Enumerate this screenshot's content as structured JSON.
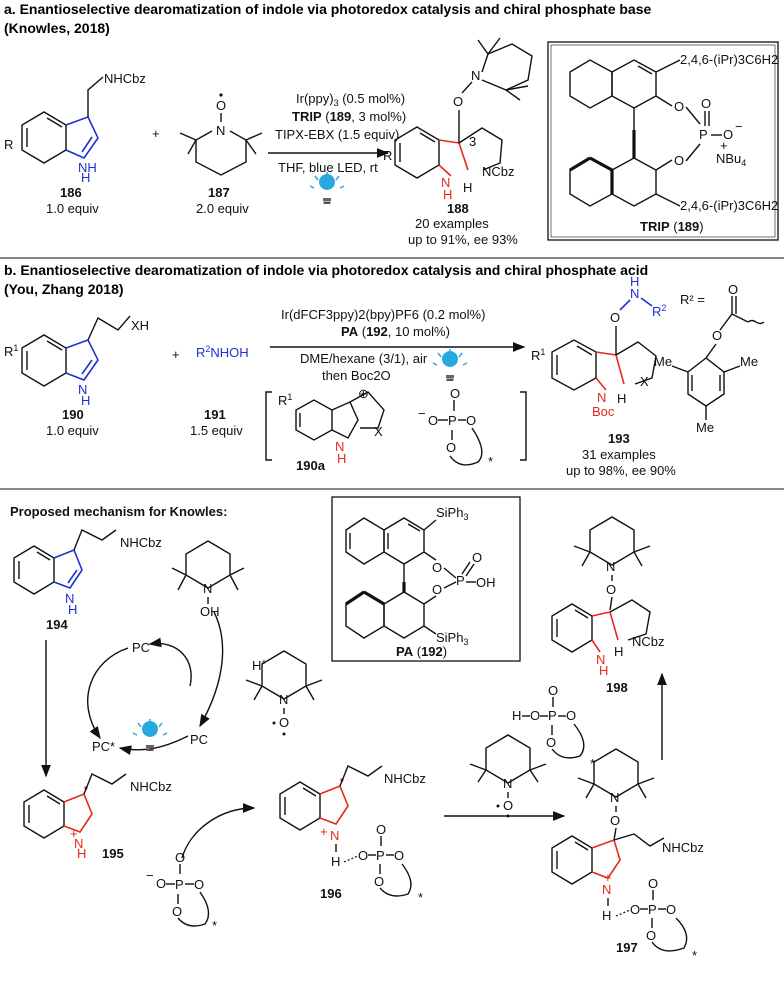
{
  "section_a": {
    "title_line1": "a. Enantioselective dearomatization of indole via photoredox catalysis and chiral phosphate base",
    "title_line2": "(Knowles, 2018)",
    "sm1": {
      "r": "R",
      "nh": "NH",
      "chain": "NHCbz",
      "num": "186",
      "equiv": "1.0 equiv"
    },
    "plus": "+",
    "sm2": {
      "n": "N",
      "o": "O",
      "num": "187",
      "equiv": "2.0 equiv"
    },
    "cond1": "Ir(ppy)",
    "cond1_sub": "3",
    "cond1_tail": " (0.5 mol%)",
    "cond2_bold": "TRIP",
    "cond2_a": " (",
    "cond2_num": "189",
    "cond2_b": ", 3 mol%)",
    "cond3": "TIPX-EBX (1.5 equiv)",
    "cond4": "THF, blue LED, rt",
    "prod": {
      "num": "188",
      "examples": "20 examples",
      "yield": "up to 91%, ee 93%",
      "pos": "3",
      "h": "H",
      "nh": "N",
      "ncbz": "NCbz",
      "o": "O",
      "n": "N",
      "r": "R"
    },
    "trip": {
      "ar1": "2,4,6-(iPr)3C6H2",
      "ar2": "2,4,6-(iPr)3C6H2",
      "o1": "O",
      "o2": "O",
      "p": "P",
      "o3": "O",
      "ominus": "O",
      "minus": "−",
      "cation": "NBu",
      "cation_sub": "4",
      "plus": "+",
      "label_bold": "TRIP",
      "label_num": "189"
    }
  },
  "section_b": {
    "title_line1": "b. Enantioselective dearomatization of indole via photoredox catalysis and chiral phosphate acid",
    "title_line2": "(You, Zhang 2018)",
    "sm1": {
      "r": "R",
      "r_sup": "1",
      "xh": "XH",
      "n": "N",
      "h": "H",
      "num": "190",
      "equiv": "1.0 equiv"
    },
    "plus": "+",
    "sm2": {
      "text": "R",
      "sup": "2",
      "tail": "NHOH",
      "num": "191",
      "equiv": "1.5 equiv"
    },
    "cond1": "Ir(dFCF3ppy)2(bpy)PF6 (0.2 mol%)",
    "cond2_bold": "PA",
    "cond2_a": " (",
    "cond2_num": "192",
    "cond2_b": ", 10 mol%)",
    "cond3": "DME/hexane (3/1), air",
    "cond4": "then Boc2O",
    "intermediate": {
      "num": "190a",
      "r": "R",
      "x": "X",
      "plus": "⊕",
      "nh": "N",
      "h": "H",
      "minus": "−",
      "o": "O",
      "p": "P",
      "star": "*"
    },
    "prod": {
      "num": "193",
      "examples": "31 examples",
      "yield": "up to 98%, ee 90%",
      "r2": "R",
      "o": "O",
      "n": "N",
      "h": "H",
      "x": "X",
      "boc": "Boc",
      "r1": "R"
    },
    "r2_def": {
      "label": "R² =",
      "me1": "Me",
      "me2": "Me",
      "me3": "Me",
      "o1": "O",
      "o2": "O"
    }
  },
  "section_c": {
    "title": "Proposed mechanism for Knowles:",
    "pa_label_bold": "PA",
    "pa_label_num": "192",
    "pa": {
      "si1": "SiPh3",
      "si2": "SiPh3",
      "o": "O",
      "oh": "OH",
      "p": "P"
    },
    "c194": {
      "num": "194",
      "chain": "NHCbz",
      "n": "N",
      "h": "H"
    },
    "tempoh": {
      "n": "N",
      "oh": "OH"
    },
    "pc_minus": "PC",
    "pc_minus_sup": "−",
    "h_plus": "H",
    "h_plus_sup": "+",
    "pc": "PC",
    "pc_star": "PC*",
    "tempo_mid": {
      "n": "N",
      "o": "O"
    },
    "c195": {
      "num": "195",
      "chain": "NHCbz",
      "n": "N",
      "h": "H"
    },
    "c196": {
      "num": "196",
      "chain": "NHCbz",
      "n": "N",
      "h": "H"
    },
    "c197": {
      "num": "197",
      "chain": "NHCbz",
      "n": "N",
      "h": "H",
      "o": "O"
    },
    "c198": {
      "num": "198",
      "ncbz": "NCbz",
      "n": "N",
      "h": "H",
      "o": "O"
    },
    "phosphate": {
      "o": "O",
      "p": "P",
      "minus": "−",
      "star": "*"
    },
    "acid": {
      "h": "H",
      "o": "O",
      "p": "P",
      "star": "*"
    }
  },
  "colors": {
    "red": "#e8281e",
    "blue": "#1f2fd6",
    "bulb": "#29a8e0"
  }
}
